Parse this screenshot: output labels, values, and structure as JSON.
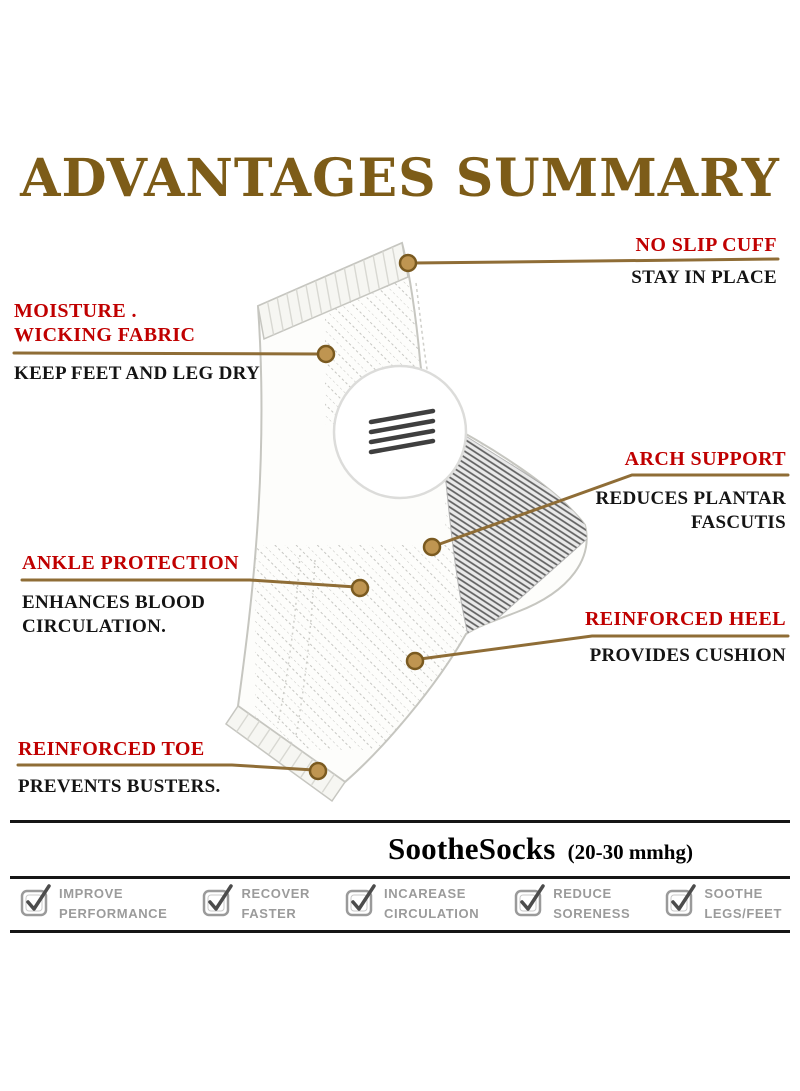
{
  "title": "ADVANTAGES SUMMARY",
  "callouts": {
    "no_slip_cuff": {
      "title": "NO SLIP CUFF",
      "subtitle": "STAY IN PLACE"
    },
    "moisture_wicking": {
      "title_line1": "MOISTURE .",
      "title_line2": "WICKING FABRIC",
      "subtitle": "KEEP FEET AND LEG DRY"
    },
    "arch_support": {
      "title": "ARCH SUPPORT",
      "subtitle_line1": "REDUCES PLANTAR",
      "subtitle_line2": "FASCUTIS"
    },
    "ankle_protection": {
      "title": "ANKLE PROTECTION",
      "subtitle_line1": "ENHANCES BLOOD",
      "subtitle_line2": "CIRCULATION."
    },
    "reinforced_heel": {
      "title": "REINFORCED HEEL",
      "subtitle": "PROVIDES CUSHION"
    },
    "reinforced_toe": {
      "title": "REINFORCED TOE",
      "subtitle": "PREVENTS BUSTERS."
    }
  },
  "brand": {
    "name": "SootheSocks",
    "compression_rating": "(20-30 mmhg)"
  },
  "features": [
    {
      "line1": "IMPROVE",
      "line2": "PERFORMANCE"
    },
    {
      "line1": "RECOVER",
      "line2": "FASTER"
    },
    {
      "line1": "INCAREASE",
      "line2": "CIRCULATION"
    },
    {
      "line1": "REDUCE",
      "line2": "SORENESS"
    },
    {
      "line1": "SOOTHE",
      "line2": "LEGS/FEET"
    }
  ],
  "colors": {
    "title_gold": "#7d5c18",
    "callout_red": "#c00000",
    "connector_brown": "#8f6d36",
    "dot_gold": "#bf9551",
    "text_black": "#141414",
    "feature_gray": "#9b9b9b"
  }
}
